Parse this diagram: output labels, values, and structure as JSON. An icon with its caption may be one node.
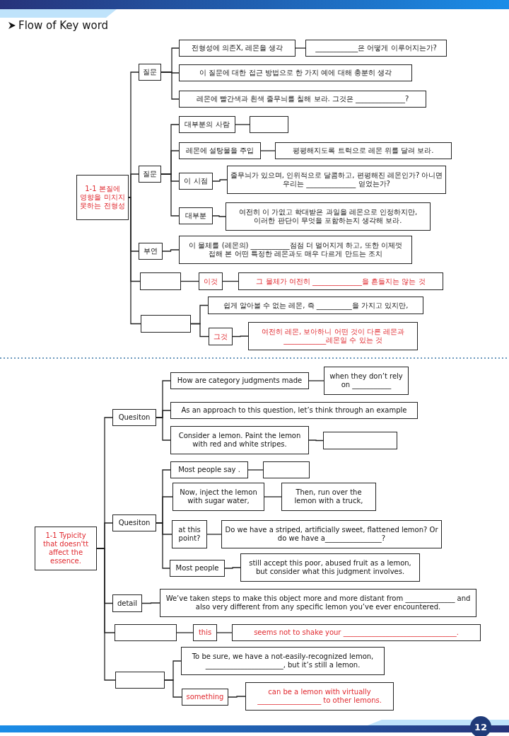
{
  "diagram": {
    "title": "Flow of Key word",
    "nodes": [
      {
        "text": [
          "1-1 본질에 영향을 미치지 못하는 전형성"
        ]
      },
      {
        "text": [
          "질문"
        ]
      },
      {
        "text": [
          "전형성에 의존X, 레몬을 생각"
        ]
      },
      {
        "text": [
          "____________은 어떻게 이루어지는가?"
        ]
      },
      {
        "text": [
          "이 질문에 대한 접근 방법으로 한 가지 예에 대해 충분히 생각"
        ]
      },
      {
        "text": [
          "레몬에 빨간색과 흰색 줄무늬를 칠해 보라. 그것은 ______________?"
        ]
      },
      {
        "text": [
          "질문"
        ]
      },
      {
        "text": [
          "대부분의 사람"
        ]
      },
      {
        "text": [],
        "shape": "box"
      },
      {
        "text": [
          "레몬에 설탕물을 주입"
        ]
      },
      {
        "text": [
          "평평해지도록 트럭으로 레몬 위를 달려 보라."
        ]
      },
      {
        "text": [
          "이 시점"
        ]
      },
      {
        "text": [
          "줄무늬가 있으며, 인위적으로 달콤하고, 편평해진 레몬인가? 아니면 우리는 ______________ 얻었는가?"
        ]
      },
      {
        "text": [
          "대부분"
        ]
      },
      {
        "text": [
          "여전히 이 가엾고 학대받은 과일을 레몬으로 인정하지만, 이러한 판단이 무엇을 포함하는지 생각해 보라."
        ]
      },
      {
        "text": [
          "부연"
        ]
      },
      {
        "text": [
          "이 물체를 (레몬의) ___________점점 더 멀어지게 하고, 또한 이제껏 접해 본 어떤 특정한 레몬과도 매우 다르게 만드는 조치"
        ]
      },
      {
        "text": [],
        "shape": "box"
      },
      {
        "text": [
          "이것"
        ]
      },
      {
        "text": [
          "그 물체가 여전히 ______________을 흔들지는 않는 것"
        ]
      },
      {
        "text": [],
        "shape": "box"
      },
      {
        "text": [
          "쉽게 알아볼 수 없는 레몬, 즉 __________을 가지고 있지만,"
        ]
      },
      {
        "text": [
          "그것"
        ]
      },
      {
        "text": [
          "여전히 레몬, 보아하니 어떤 것이 다른 레몬과 ____________레몬일 수 있는 것"
        ]
      },
      {
        "text": [
          "1-1 Typicity that doesn'tt affect the essence."
        ]
      },
      {
        "text": [
          "Quesiton"
        ]
      },
      {
        "text": [
          "How are category judgments made"
        ]
      },
      {
        "text": [
          "when they don’t rely on ___________"
        ]
      },
      {
        "text": [
          "As an approach to this question, let’s think through an example"
        ]
      },
      {
        "text": [
          "Consider a lemon. Paint the lemon with red and white stripes."
        ]
      },
      {
        "text": [],
        "shape": "box"
      },
      {
        "text": [
          "Quesiton"
        ]
      },
      {
        "text": [
          "Most people say ."
        ]
      },
      {
        "text": [],
        "shape": "box"
      },
      {
        "text": [
          "Now, inject the lemon with sugar water,"
        ]
      },
      {
        "text": [
          "Then, run over the lemon with a truck,"
        ]
      },
      {
        "text": [
          "at this point?"
        ]
      },
      {
        "text": [
          "Do we have a striped, artificially sweet, flattened lemon? Or do we have a________________?"
        ]
      },
      {
        "text": [
          "Most people"
        ]
      },
      {
        "text": [
          "still accept this poor, abused fruit as a lemon, but consider what this judgment involves."
        ]
      },
      {
        "text": [
          "detail"
        ]
      },
      {
        "text": [
          "We’ve taken steps to make this object more and more distant from ______________ and also very different from any specific lemon you’ve ever encountered."
        ]
      },
      {
        "text": [],
        "shape": "box"
      },
      {
        "text": [
          "this"
        ]
      },
      {
        "text": [
          "seems not to shake your ________________________________."
        ]
      },
      {
        "text": [],
        "shape": "box"
      },
      {
        "text": [
          "To be sure, we have a not-easily-recognized lemon, ______________________, but it’s still a lemon."
        ]
      },
      {
        "text": [
          "something"
        ]
      },
      {
        "text": [
          "can be a lemon with virtually __________________ to other lemons."
        ]
      }
    ],
    "edges": [
      {
        "from": 0,
        "to": 1,
        "arrow": "none"
      },
      {
        "from": 0,
        "to": 6,
        "arrow": "none"
      },
      {
        "from": 0,
        "to": 15,
        "arrow": "none"
      },
      {
        "from": 0,
        "to": 17,
        "arrow": "none"
      },
      {
        "from": 0,
        "to": 20,
        "arrow": "none"
      },
      {
        "from": 1,
        "to": 2,
        "arrow": "none"
      },
      {
        "from": 1,
        "to": 4,
        "arrow": "none"
      },
      {
        "from": 1,
        "to": 5,
        "arrow": "none"
      },
      {
        "from": 2,
        "to": 3,
        "arrow": "none"
      },
      {
        "from": 6,
        "to": 7,
        "arrow": "none"
      },
      {
        "from": 6,
        "to": 9,
        "arrow": "none"
      },
      {
        "from": 6,
        "to": 11,
        "arrow": "none"
      },
      {
        "from": 6,
        "to": 13,
        "arrow": "none"
      },
      {
        "from": 7,
        "to": 8,
        "arrow": "none"
      },
      {
        "from": 9,
        "to": 10,
        "arrow": "none"
      },
      {
        "from": 11,
        "to": 12,
        "arrow": "none"
      },
      {
        "from": 13,
        "to": 14,
        "arrow": "none"
      },
      {
        "from": 15,
        "to": 16,
        "arrow": "none"
      },
      {
        "from": 17,
        "to": 18,
        "arrow": "none"
      },
      {
        "from": 18,
        "to": 19,
        "arrow": "none"
      },
      {
        "from": 20,
        "to": 21,
        "arrow": "none"
      },
      {
        "from": 20,
        "to": 22,
        "arrow": "none"
      },
      {
        "from": 22,
        "to": 23,
        "arrow": "none"
      },
      {
        "from": 24,
        "to": 25,
        "arrow": "none"
      },
      {
        "from": 24,
        "to": 31,
        "arrow": "none"
      },
      {
        "from": 24,
        "to": 40,
        "arrow": "none"
      },
      {
        "from": 24,
        "to": 42,
        "arrow": "none"
      },
      {
        "from": 24,
        "to": 45,
        "arrow": "none"
      },
      {
        "from": 25,
        "to": 26,
        "arrow": "none"
      },
      {
        "from": 25,
        "to": 28,
        "arrow": "none"
      },
      {
        "from": 25,
        "to": 29,
        "arrow": "none"
      },
      {
        "from": 26,
        "to": 27,
        "arrow": "none"
      },
      {
        "from": 29,
        "to": 30,
        "arrow": "none"
      },
      {
        "from": 31,
        "to": 32,
        "arrow": "none"
      },
      {
        "from": 31,
        "to": 34,
        "arrow": "none"
      },
      {
        "from": 31,
        "to": 36,
        "arrow": "none"
      },
      {
        "from": 31,
        "to": 38,
        "arrow": "none"
      },
      {
        "from": 32,
        "to": 33,
        "arrow": "none"
      },
      {
        "from": 34,
        "to": 35,
        "arrow": "none"
      },
      {
        "from": 36,
        "to": 37,
        "arrow": "none"
      },
      {
        "from": 38,
        "to": 39,
        "arrow": "none"
      },
      {
        "from": 40,
        "to": 41,
        "arrow": "none"
      },
      {
        "from": 42,
        "to": 43,
        "arrow": "none"
      },
      {
        "from": 43,
        "to": 44,
        "arrow": "none"
      },
      {
        "from": 45,
        "to": 46,
        "arrow": "none"
      },
      {
        "from": 45,
        "to": 47,
        "arrow": "none"
      },
      {
        "from": 47,
        "to": 48,
        "arrow": "none"
      }
    ],
    "labels": [
      "12"
    ]
  }
}
